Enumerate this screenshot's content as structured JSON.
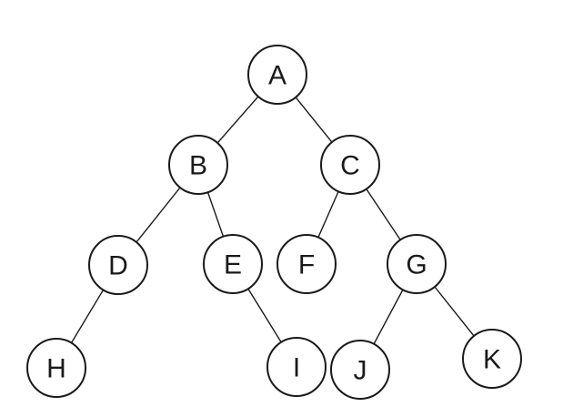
{
  "tree": {
    "nodes": [
      {
        "id": "A",
        "label": "A"
      },
      {
        "id": "B",
        "label": "B"
      },
      {
        "id": "C",
        "label": "C"
      },
      {
        "id": "D",
        "label": "D"
      },
      {
        "id": "E",
        "label": "E"
      },
      {
        "id": "F",
        "label": "F"
      },
      {
        "id": "G",
        "label": "G"
      },
      {
        "id": "H",
        "label": "H"
      },
      {
        "id": "I",
        "label": "I"
      },
      {
        "id": "J",
        "label": "J"
      },
      {
        "id": "K",
        "label": "K"
      }
    ],
    "edges": [
      [
        "A",
        "B"
      ],
      [
        "A",
        "C"
      ],
      [
        "B",
        "D"
      ],
      [
        "B",
        "E"
      ],
      [
        "C",
        "F"
      ],
      [
        "C",
        "G"
      ],
      [
        "D",
        "H"
      ],
      [
        "E",
        "I"
      ],
      [
        "G",
        "J"
      ],
      [
        "G",
        "K"
      ]
    ]
  }
}
